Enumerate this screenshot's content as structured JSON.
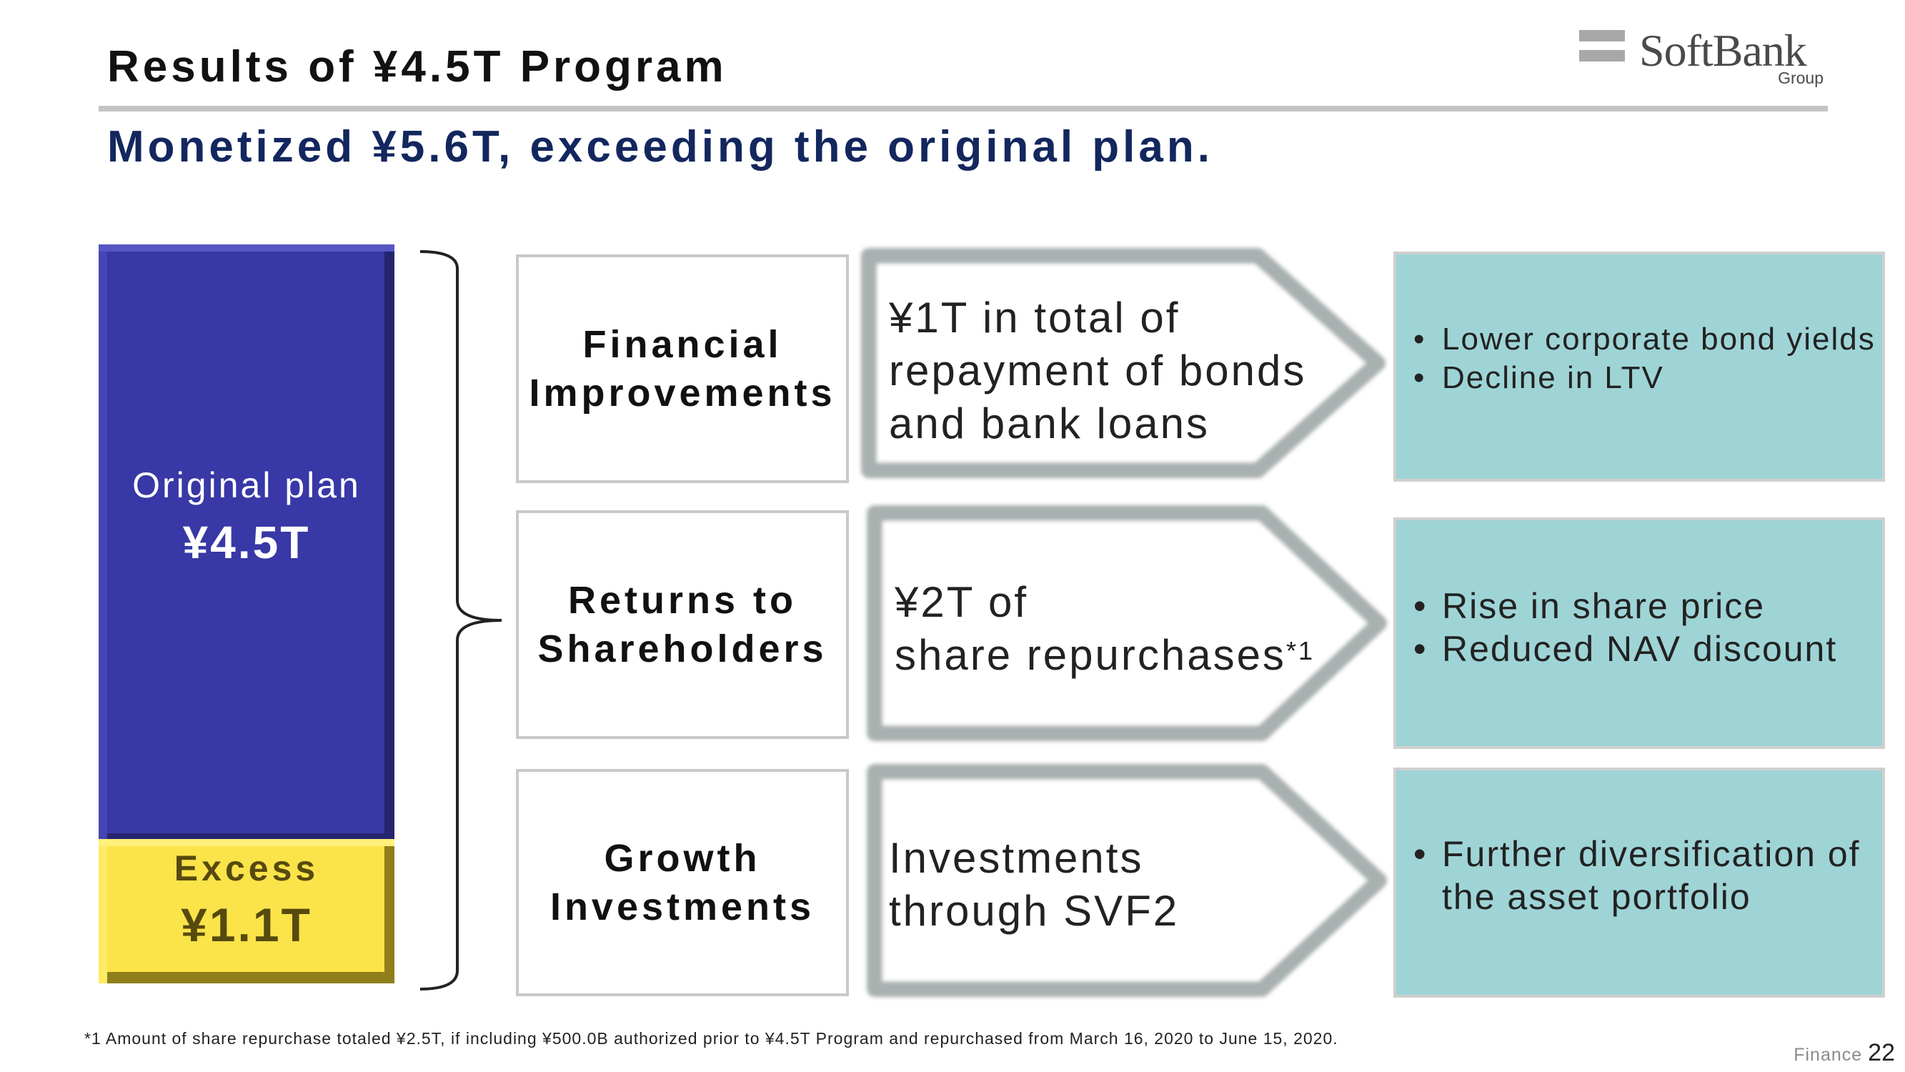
{
  "header": {
    "title": "Results of ¥4.5T Program",
    "subtitle": "Monetized ¥5.6T, exceeding the original plan."
  },
  "logo": {
    "name": "SoftBank",
    "sub": "Group"
  },
  "bar": {
    "original_label": "Original plan",
    "original_value": "¥4.5T",
    "excess_label": "Excess",
    "excess_value": "¥1.1T",
    "colors": {
      "original": "#3838a6",
      "excess": "#fbe44a"
    }
  },
  "rows": [
    {
      "category": [
        "Financial",
        "Improvements"
      ],
      "action": [
        "¥1T in total of",
        "repayment of bonds",
        "and bank loans"
      ],
      "results": [
        "Lower corporate bond yields",
        "Decline in LTV"
      ]
    },
    {
      "category": [
        "Returns to",
        "Shareholders"
      ],
      "action": [
        "¥2T of",
        "share repurchases"
      ],
      "action_note": "*1",
      "results": [
        "Rise in share price",
        "Reduced NAV discount"
      ]
    },
    {
      "category": [
        "Growth",
        "Investments"
      ],
      "action": [
        "Investments",
        "through SVF2"
      ],
      "results": [
        "Further diversification of",
        "the asset portfolio"
      ]
    }
  ],
  "footnote": "*1 Amount of share repurchase totaled ¥2.5T, if including ¥500.0B authorized prior to ¥4.5T Program and repurchased from March 16, 2020 to June 15, 2020.",
  "page": {
    "section": "Finance",
    "number": "22"
  },
  "colors": {
    "title_navy": "#13275e",
    "result_teal": "#9fd4d6"
  }
}
